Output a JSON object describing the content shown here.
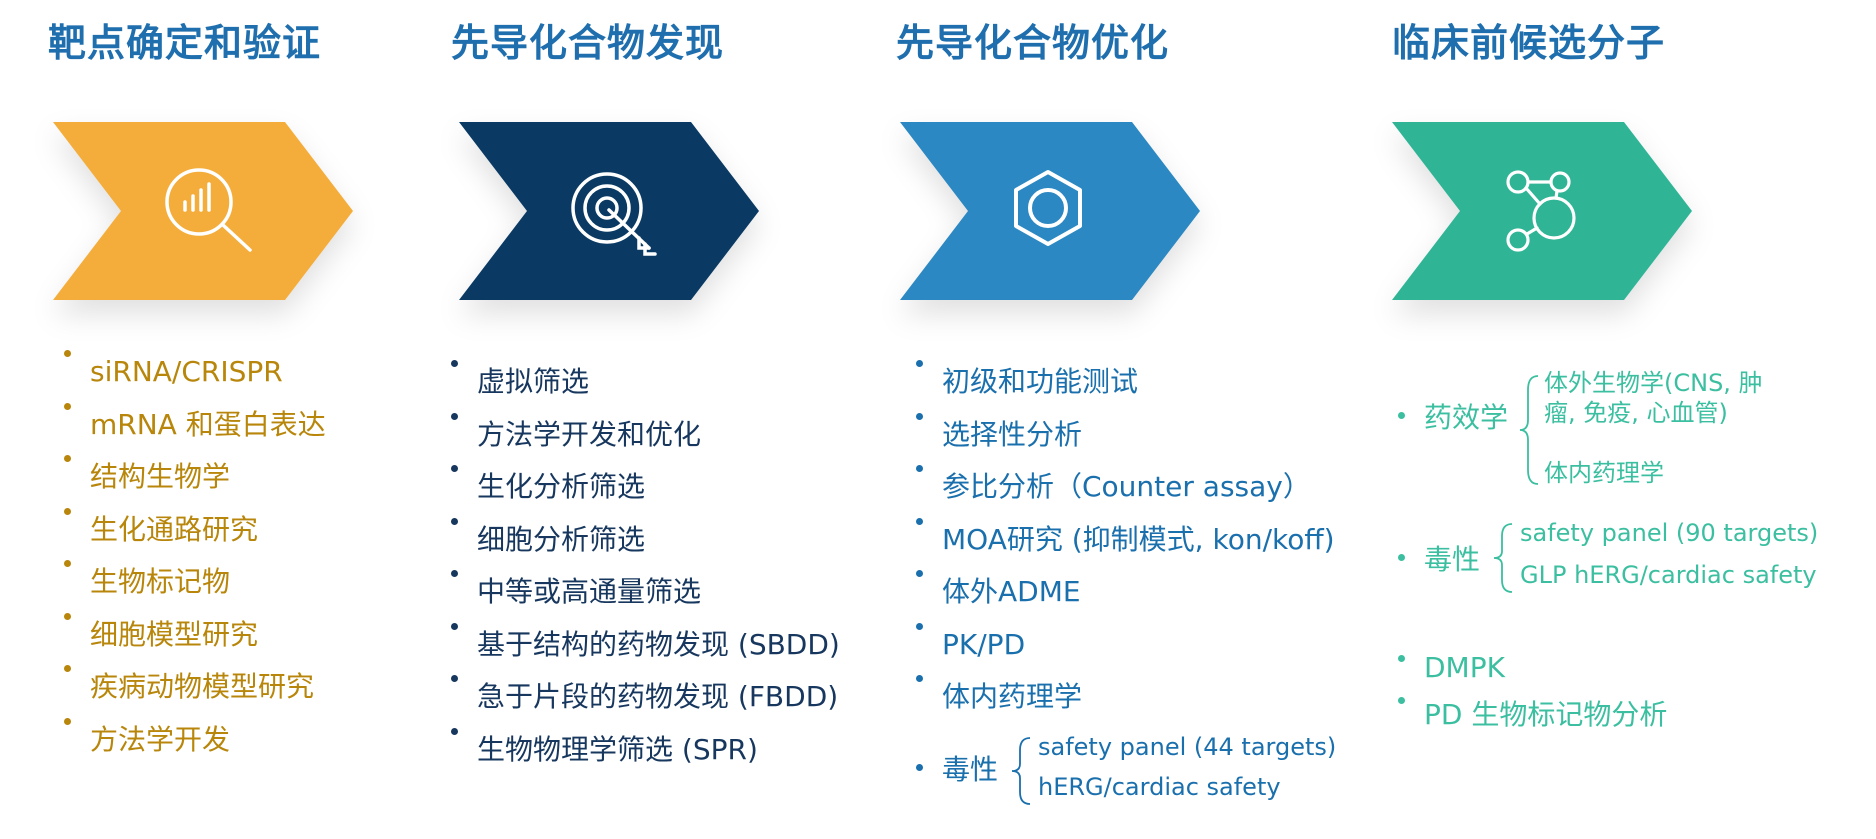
{
  "colors": {
    "stage1": "#f4ad3a",
    "stage2": "#0a3a63",
    "stage3": "#2b88c2",
    "stage4": "#2fb596",
    "title": "#1f6fae"
  },
  "stages": [
    {
      "title": "靶点确定和验证",
      "icon": "magnifier-chart-icon",
      "items": [
        "siRNA/CRISPR",
        "mRNA 和蛋白表达",
        "结构生物学",
        "生化通路研究",
        "生物标记物",
        "细胞模型研究",
        "疾病动物模型研究",
        "方法学开发"
      ]
    },
    {
      "title": "先导化合物发现",
      "icon": "target-icon",
      "items": [
        "虚拟筛选",
        "方法学开发和优化",
        "生化分析筛选",
        "细胞分析筛选",
        "中等或高通量筛选",
        "基于结构的药物发现 (SBDD)",
        "急于片段的药物发现 (FBDD)",
        "生物物理学筛选 (SPR)"
      ]
    },
    {
      "title": "先导化合物优化",
      "icon": "benzene-icon",
      "items": [
        "初级和功能测试",
        "选择性分析",
        "参比分析（Counter assay）",
        "MOA研究 (抑制模式, kon/koff)",
        "体外ADME",
        "PK/PD",
        "体内药理学"
      ],
      "tox_group": {
        "label": "毒性",
        "subs": [
          "safety panel (44 targets)",
          "hERG/cardiac safety"
        ]
      }
    },
    {
      "title": "临床前候选分子",
      "icon": "molecule-icon",
      "pharma_group": {
        "label": "药效学",
        "subs": [
          "体外生物学(CNS, 肿",
          "瘤, 免疫, 心血管)",
          "体内药理学"
        ]
      },
      "tox_group": {
        "label": "毒性",
        "subs": [
          "safety panel (90 targets)",
          "GLP hERG/cardiac safety"
        ]
      },
      "items": [
        "DMPK",
        "PD 生物标记物分析"
      ]
    }
  ]
}
